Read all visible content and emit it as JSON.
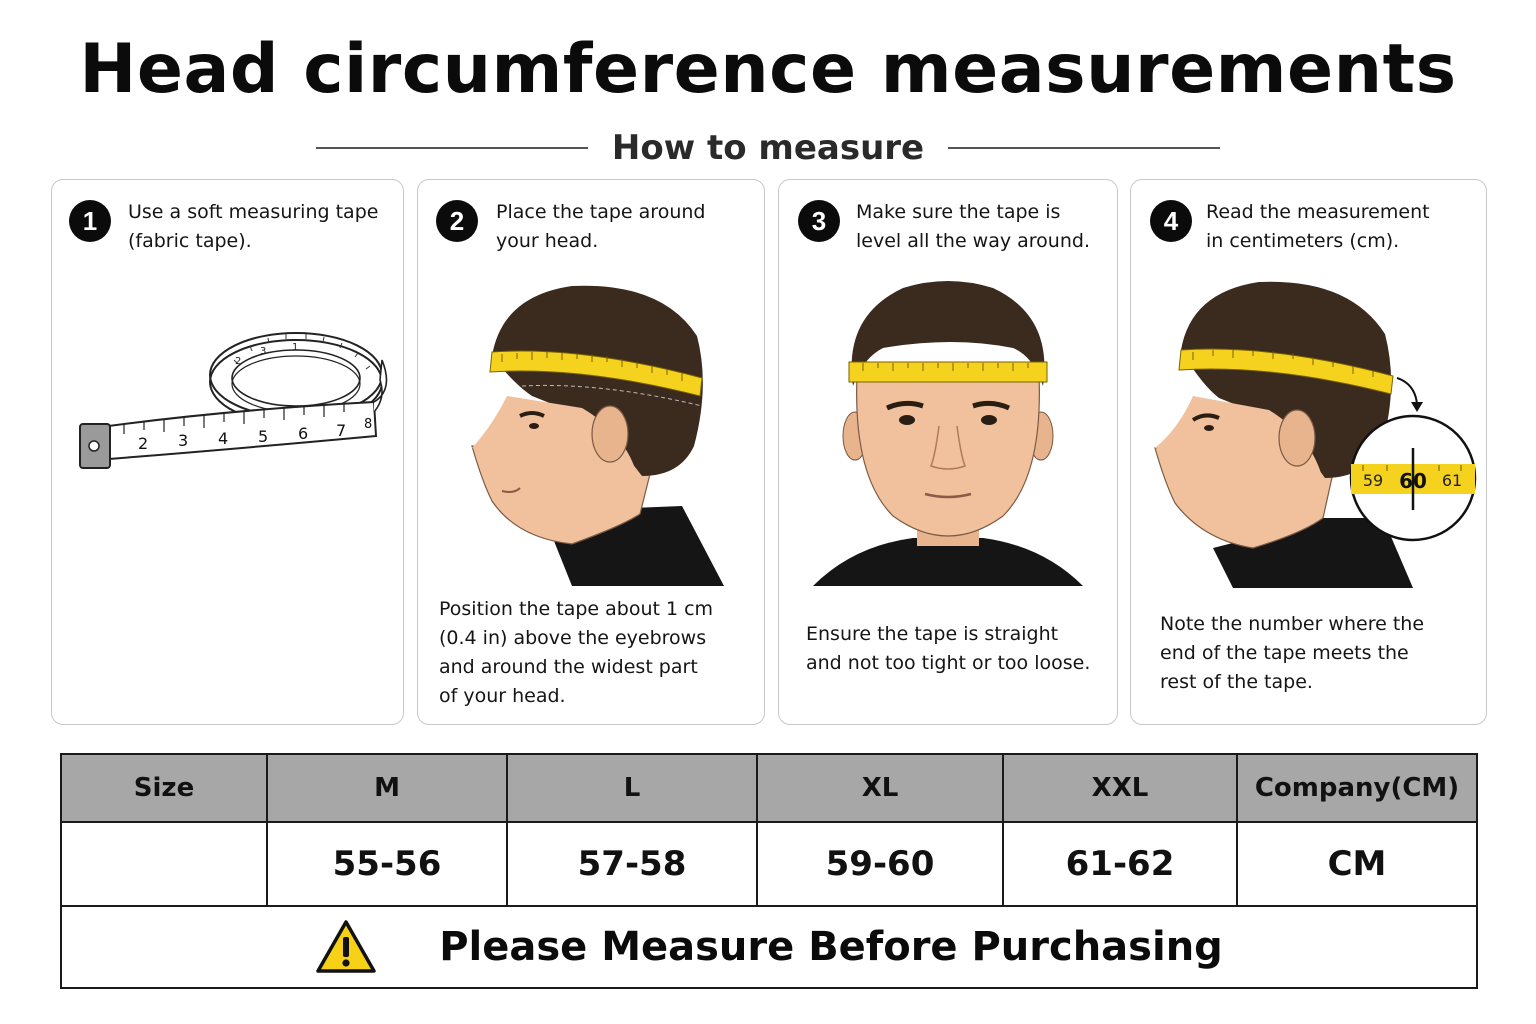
{
  "page": {
    "title": "Head circumference measurements",
    "subtitle": "How to measure"
  },
  "steps": [
    {
      "number": "1",
      "title": "Use a soft measuring tape\n(fabric tape).",
      "description": "",
      "tape_numbers": [
        "2",
        "3",
        "4",
        "5",
        "6",
        "7",
        "8",
        "2",
        "3",
        "1"
      ]
    },
    {
      "number": "2",
      "title": "Place the tape around\nyour head.",
      "description": "Position the tape about 1 cm\n(0.4 in) above the eyebrows\nand around the widest part\nof your head."
    },
    {
      "number": "3",
      "title": "Make sure the tape is\nlevel all the way around.",
      "description": "Ensure the tape is straight\nand not too tight or too loose."
    },
    {
      "number": "4",
      "title": "Read the measurement\nin centimeters (cm).",
      "description": "Note the number where the\nend of the tape meets the\nrest of the tape.",
      "zoom_readout": {
        "left": "59",
        "center": "60",
        "right": "61"
      }
    }
  ],
  "size_table": {
    "headers": [
      "Size",
      "M",
      "L",
      "XL",
      "XXL",
      "Company(CM)"
    ],
    "values": [
      "",
      "55-56",
      "57-58",
      "59-60",
      "61-62",
      "CM"
    ],
    "footer": "Please Measure Before Purchasing"
  },
  "colors": {
    "tape_yellow": "#f5d21e",
    "header_gray": "#a7a7a7",
    "skin": "#f2c4a0",
    "hair": "#3b2a1e",
    "warning_yellow": "#f7d117"
  },
  "icons": {
    "warning": "warning-triangle-icon"
  }
}
